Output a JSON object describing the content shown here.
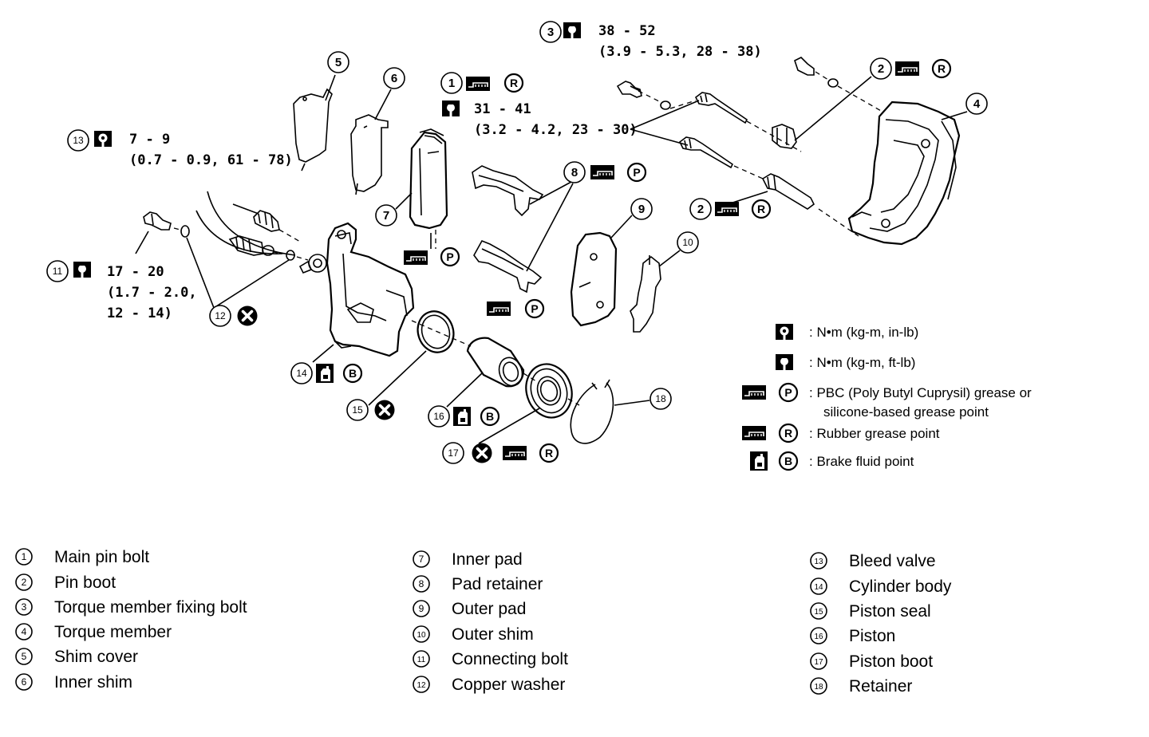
{
  "callouts": {
    "c1": "1",
    "c2a": "2",
    "c2b": "2",
    "c3": "3",
    "c4": "4",
    "c5": "5",
    "c6": "6",
    "c7": "7",
    "c8": "8",
    "c9": "9",
    "c10": "10",
    "c11": "11",
    "c12": "12",
    "c13": "13",
    "c14": "14",
    "c15": "15",
    "c16": "16",
    "c17": "17",
    "c18": "18"
  },
  "badge_letters": {
    "rubber": "R",
    "pbc": "P",
    "brake": "B"
  },
  "icons": {
    "torque_in_lb": "torque-wrench-in-lb-icon",
    "torque_ft_lb": "torque-wrench-ft-lb-icon",
    "grease": "grease-gun-icon",
    "brake_fluid": "brake-fluid-can-icon",
    "no_reuse": "do-not-reuse-x-icon"
  },
  "torques": {
    "t3": {
      "line1": "38 - 52",
      "line2": "(3.9 - 5.3, 28 - 38)"
    },
    "t1": {
      "line1": "31 - 41",
      "line2": "(3.2 - 4.2, 23 - 30)"
    },
    "t13": {
      "line1": "7 - 9",
      "line2": "(0.7 - 0.9, 61 - 78)"
    },
    "t11": {
      "line1": "17 - 20",
      "line2": "(1.7 - 2.0,",
      "line3": "12 - 14)"
    }
  },
  "legend": {
    "torque_in_lb": ": N•m (kg-m, in-lb)",
    "torque_ft_lb": ": N•m (kg-m, ft-lb)",
    "pbc_line1": ": PBC (Poly Butyl Cuprysil) grease or",
    "pbc_line2": "silicone-based grease point",
    "rubber": ": Rubber grease point",
    "brake": ": Brake fluid point"
  },
  "parts": [
    {
      "num": "1",
      "name": "Main pin bolt"
    },
    {
      "num": "2",
      "name": "Pin boot"
    },
    {
      "num": "3",
      "name": "Torque member fixing bolt"
    },
    {
      "num": "4",
      "name": "Torque member"
    },
    {
      "num": "5",
      "name": "Shim cover"
    },
    {
      "num": "6",
      "name": "Inner shim"
    },
    {
      "num": "7",
      "name": "Inner pad"
    },
    {
      "num": "8",
      "name": "Pad retainer"
    },
    {
      "num": "9",
      "name": "Outer pad"
    },
    {
      "num": "10",
      "name": "Outer shim"
    },
    {
      "num": "11",
      "name": "Connecting bolt"
    },
    {
      "num": "12",
      "name": "Copper washer"
    },
    {
      "num": "13",
      "name": "Bleed valve"
    },
    {
      "num": "14",
      "name": "Cylinder body"
    },
    {
      "num": "15",
      "name": "Piston seal"
    },
    {
      "num": "16",
      "name": "Piston"
    },
    {
      "num": "17",
      "name": "Piston boot"
    },
    {
      "num": "18",
      "name": "Retainer"
    }
  ]
}
